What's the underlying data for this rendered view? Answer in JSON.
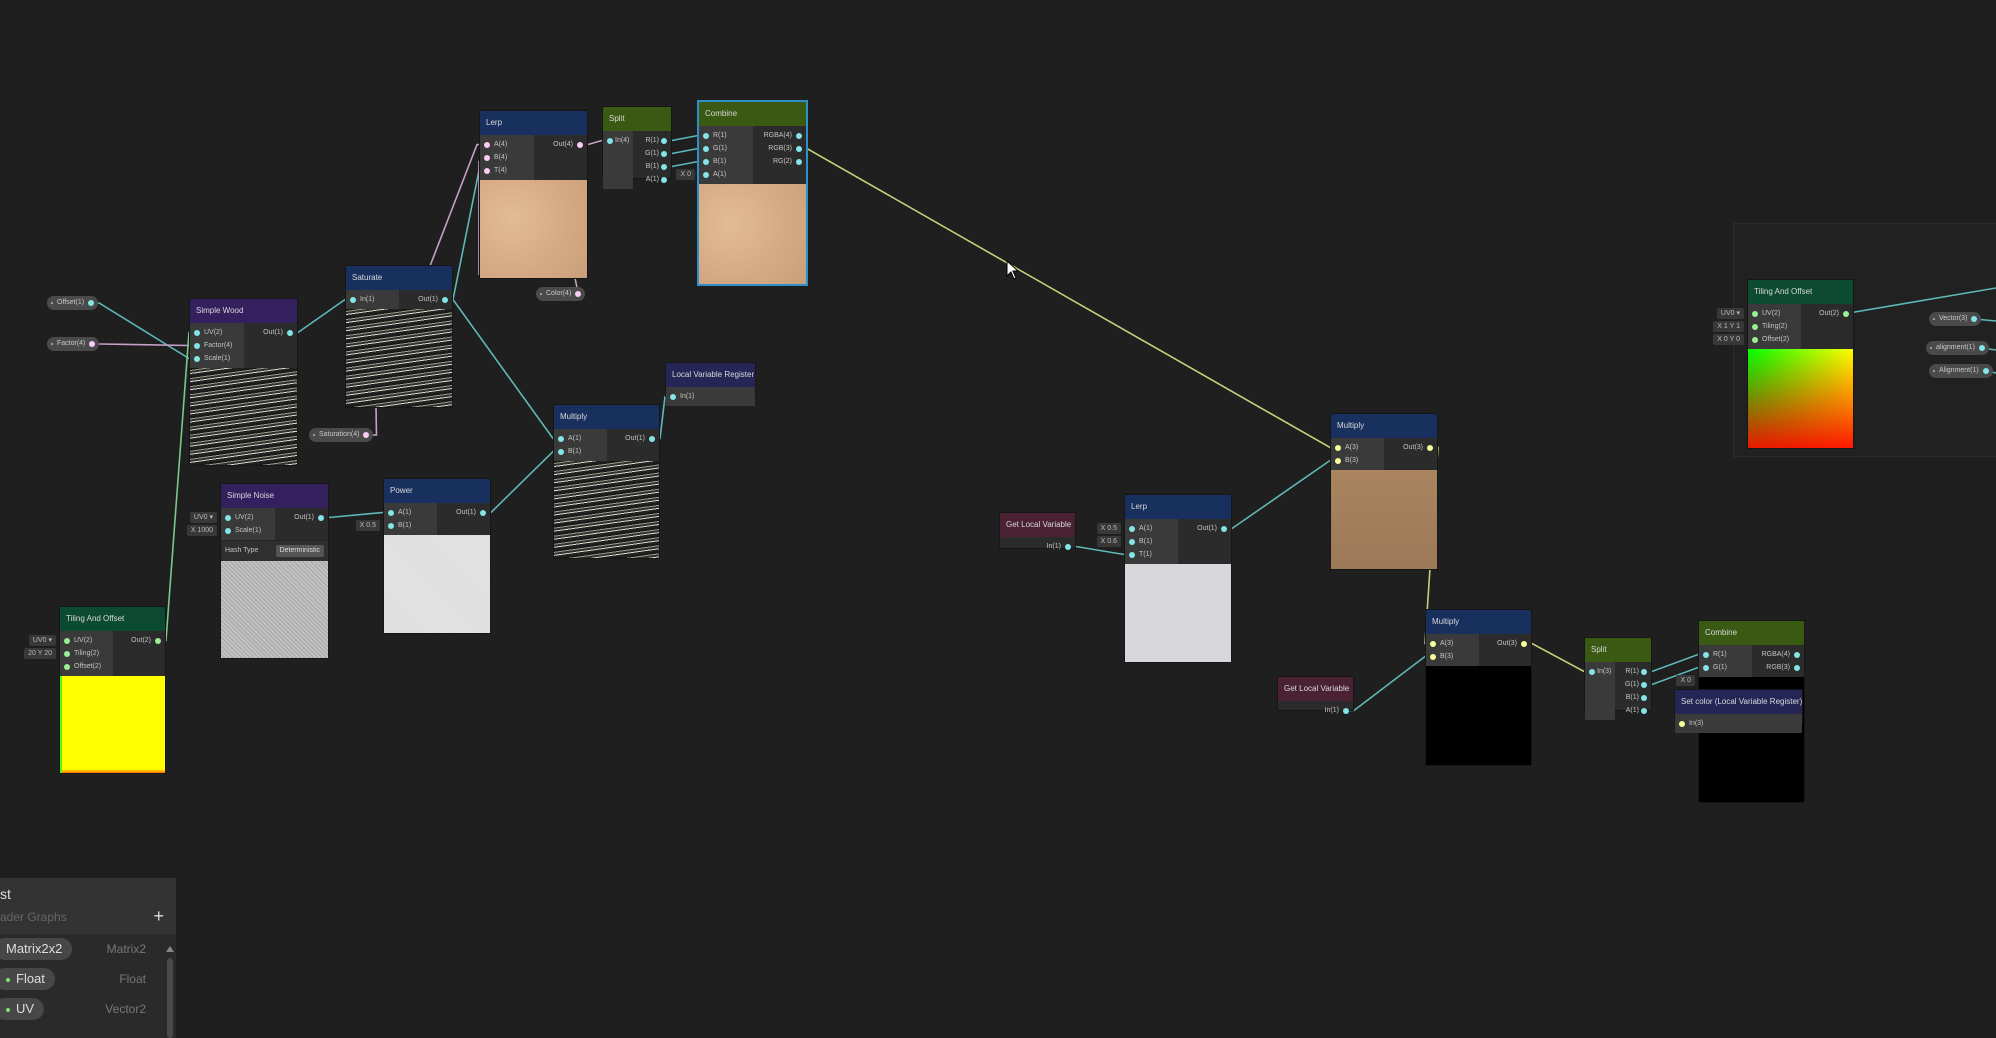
{
  "colors": {
    "header_blue": "#18305e",
    "header_green": "#3a5a14",
    "header_purple": "#34205f",
    "header_teal": "#0c4a32",
    "header_maroon": "#4a2234",
    "header_indigo": "#262656",
    "port_vec1": "#84e4e7",
    "port_vec2": "#9aef92",
    "port_vec3": "#f6ff9a",
    "port_vec4": "#fbcbf4",
    "selection": "#2f8fc8"
  },
  "nodes": [
    {
      "id": "lerp1",
      "title": "Lerp",
      "header": "header_blue",
      "inputs": [
        "A(4)",
        "B(4)",
        "T(4)"
      ],
      "outputs": [
        "Out(4)"
      ],
      "port_color": "port_vec4",
      "preview": "sand"
    },
    {
      "id": "split1",
      "title": "Split",
      "header": "header_green",
      "inputs": [
        "In(4)"
      ],
      "outputs": [
        "R(1)",
        "G(1)",
        "B(1)",
        "A(1)"
      ],
      "port_color": "port_vec1"
    },
    {
      "id": "combine1",
      "title": "Combine",
      "header": "header_green",
      "inputs": [
        "R(1)",
        "G(1)",
        "B(1)",
        "A(1)"
      ],
      "outputs": [
        "RGBA(4)",
        "RGB(3)",
        "RG(2)"
      ],
      "port_color": "port_vec1",
      "preview": "sand",
      "selected": true,
      "fields": [
        {
          "port": 3,
          "text": "X  0"
        }
      ]
    },
    {
      "id": "saturate",
      "title": "Saturate",
      "header": "header_blue",
      "inputs": [
        "In(1)"
      ],
      "outputs": [
        "Out(1)"
      ],
      "port_color": "port_vec1",
      "preview": "wood"
    },
    {
      "id": "simplewood",
      "title": "Simple Wood",
      "header": "header_purple",
      "inputs": [
        "UV(2)",
        "Factor(4)",
        "Scale(1)"
      ],
      "outputs": [
        "Out(1)"
      ],
      "port_color": "port_vec1",
      "preview": "wood"
    },
    {
      "id": "localreg1",
      "title": "Local Variable Register",
      "header": "header_indigo",
      "inputs": [
        "In(1)"
      ],
      "outputs": [],
      "port_color": "port_vec1"
    },
    {
      "id": "multiply1",
      "title": "Multiply",
      "header": "header_blue",
      "inputs": [
        "A(1)",
        "B(1)"
      ],
      "outputs": [
        "Out(1)"
      ],
      "port_color": "port_vec1",
      "preview": "wood"
    },
    {
      "id": "simplenoise",
      "title": "Simple Noise",
      "header": "header_purple",
      "inputs": [
        "UV(2)",
        "Scale(1)"
      ],
      "outputs": [
        "Out(1)"
      ],
      "port_color": "port_vec1",
      "preview": "noise",
      "dropdown": {
        "label": "Hash Type",
        "value": "Deterministic"
      },
      "fields": [
        {
          "port": 0,
          "text": "UV0 ▾"
        },
        {
          "port": 1,
          "text": "X  1000"
        }
      ]
    },
    {
      "id": "power",
      "title": "Power",
      "header": "header_blue",
      "inputs": [
        "A(1)",
        "B(1)"
      ],
      "outputs": [
        "Out(1)"
      ],
      "port_color": "port_vec1",
      "preview": "white",
      "fields": [
        {
          "port": 1,
          "text": "X  0.5"
        }
      ]
    },
    {
      "id": "tiling1",
      "title": "Tiling And Offset",
      "header": "header_teal",
      "inputs": [
        "UV(2)",
        "Tiling(2)",
        "Offset(2)"
      ],
      "outputs": [
        "Out(2)"
      ],
      "port_color": "port_vec2",
      "preview": "yellow",
      "fields": [
        {
          "port": 0,
          "text": "UV0 ▾"
        },
        {
          "port": 1,
          "text": "20   Y  20"
        }
      ]
    },
    {
      "id": "multiply2",
      "title": "Multiply",
      "header": "header_blue",
      "inputs": [
        "A(3)",
        "B(3)"
      ],
      "outputs": [
        "Out(3)"
      ],
      "port_color": "port_vec3",
      "preview": "tan"
    },
    {
      "id": "getlocal1",
      "title": "Get Local Variable",
      "header": "header_maroon",
      "inputs": [],
      "outputs": [
        "In(1)"
      ],
      "port_color": "port_vec1"
    },
    {
      "id": "lerp2",
      "title": "Lerp",
      "header": "header_blue",
      "inputs": [
        "A(1)",
        "B(1)",
        "T(1)"
      ],
      "outputs": [
        "Out(1)"
      ],
      "port_color": "port_vec1",
      "preview": "lightwhite",
      "fields": [
        {
          "port": 0,
          "text": "X  0.5"
        },
        {
          "port": 1,
          "text": "X  0.6"
        }
      ]
    },
    {
      "id": "getlocal2",
      "title": "Get Local Variable",
      "header": "header_maroon",
      "inputs": [],
      "outputs": [
        "In(1)"
      ],
      "port_color": "port_vec1"
    },
    {
      "id": "multiply3",
      "title": "Multiply",
      "header": "header_blue",
      "inputs": [
        "A(3)",
        "B(3)"
      ],
      "outputs": [
        "Out(3)"
      ],
      "port_color": "port_vec3",
      "preview": "black"
    },
    {
      "id": "split2",
      "title": "Split",
      "header": "header_green",
      "inputs": [
        "In(3)"
      ],
      "outputs": [
        "R(1)",
        "G(1)",
        "B(1)",
        "A(1)"
      ],
      "port_color": "port_vec1",
      "fields": []
    },
    {
      "id": "combine2",
      "title": "Combine",
      "header": "header_green",
      "inputs": [
        "R(1)",
        "G(1)"
      ],
      "outputs": [
        "RGBA(4)",
        "RGB(3)"
      ],
      "port_color": "port_vec1",
      "preview": "black",
      "fields": [
        {
          "port": 2,
          "text": "X  0"
        }
      ]
    },
    {
      "id": "setcolor",
      "title": "Set color (Local Variable Register)",
      "header": "header_indigo",
      "inputs": [
        "In(3)"
      ],
      "outputs": [],
      "port_color": "port_vec3"
    },
    {
      "id": "tiling2",
      "title": "Tiling And Offset",
      "header": "header_teal",
      "inputs": [
        "UV(2)",
        "Tiling(2)",
        "Offset(2)"
      ],
      "outputs": [
        "Out(2)"
      ],
      "port_color": "port_vec2",
      "preview": "gradient",
      "fields": [
        {
          "port": 0,
          "text": "UV0 ▾"
        },
        {
          "port": 1,
          "text": "X  1    Y  1"
        },
        {
          "port": 2,
          "text": "X  0    Y  0"
        }
      ]
    }
  ],
  "properties": [
    {
      "id": "offset",
      "label": "Offset(1)",
      "port_color": "port_vec1"
    },
    {
      "id": "factor",
      "label": "Factor(4)",
      "port_color": "port_vec4"
    },
    {
      "id": "saturation",
      "label": "Saturation(4)",
      "port_color": "port_vec4"
    },
    {
      "id": "color",
      "label": "Color(4)",
      "port_color": "port_vec4"
    },
    {
      "id": "vector",
      "label": "Vector(3)",
      "port_color": "port_vec1"
    },
    {
      "id": "alignment_a",
      "label": "alignment(1)",
      "port_color": "port_vec1"
    },
    {
      "id": "alignment_b",
      "label": "Alignment(1)",
      "port_color": "port_vec1"
    }
  ],
  "blackboard": {
    "title": "st",
    "subtitle": "ader Graphs",
    "add_label": "+",
    "items": [
      {
        "name": "Matrix2x2",
        "type": "Matrix2"
      },
      {
        "name": "Float",
        "type": "Float"
      },
      {
        "name": "UV",
        "type": "Vector2"
      }
    ]
  }
}
